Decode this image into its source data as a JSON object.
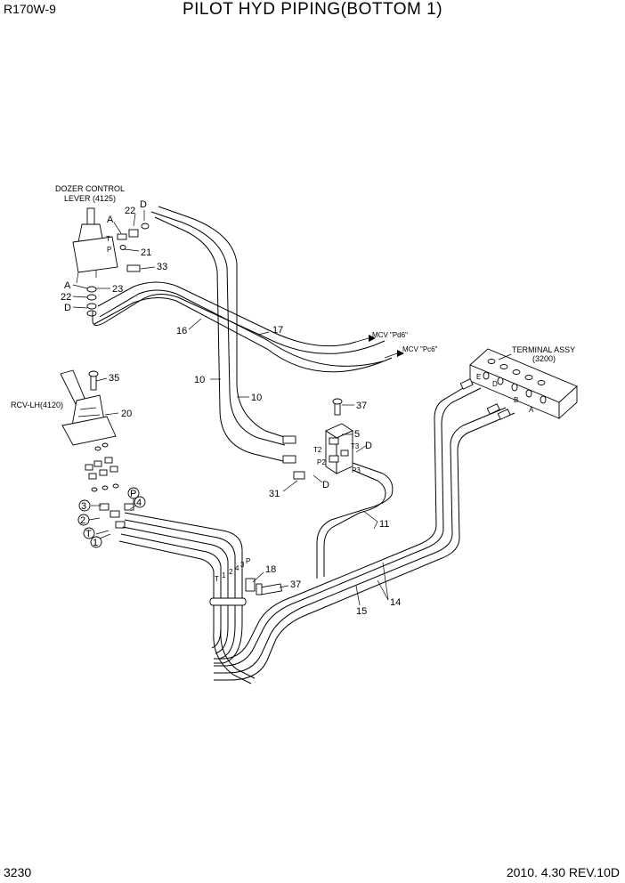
{
  "header": {
    "model": "R170W-9",
    "title": "PILOT HYD PIPING(BOTTOM 1)"
  },
  "footer": {
    "page": "3230",
    "revision": "2010. 4.30  REV.10D"
  },
  "components": {
    "dozer_lever_line1": "DOZER CONTROL",
    "dozer_lever_line2": "LEVER (4125)",
    "rcv": "RCV-LH(4120)",
    "terminal_line1": "TERMINAL ASSY",
    "terminal_line2": "(3200)",
    "mcv_pd6": "MCV \"Pd6\"",
    "mcv_pc6": "MCV \"Pc6\""
  },
  "callouts": {
    "c22a": "22",
    "cDa": "D",
    "cAa": "A",
    "c21": "21",
    "c33": "33",
    "cAb": "A",
    "c23": "23",
    "c22b": "22",
    "cDb": "D",
    "c16": "16",
    "c17": "17",
    "c10a": "10",
    "c10b": "10",
    "c35": "35",
    "c20": "20",
    "c37a": "37",
    "c5": "5",
    "cDc": "D",
    "cDd": "D",
    "c31": "31",
    "c11": "11",
    "c18": "18",
    "c37b": "37",
    "c15": "15",
    "c14": "14",
    "c3": "3",
    "c2": "2",
    "c1": "1",
    "cP": "P",
    "c4": "4",
    "cT": "T"
  },
  "port_marks": {
    "t2": "T2",
    "t3": "T3",
    "p2": "P2",
    "p3": "P3",
    "term_e": "E",
    "term_d": "D",
    "term_b": "B",
    "term_a": "A",
    "hose_t": "T",
    "hose_1": "1",
    "hose_2": "2",
    "hose_4": "4",
    "hose_3": "3",
    "hose_p": "P",
    "lev_t": "T",
    "lev_p": "P"
  }
}
